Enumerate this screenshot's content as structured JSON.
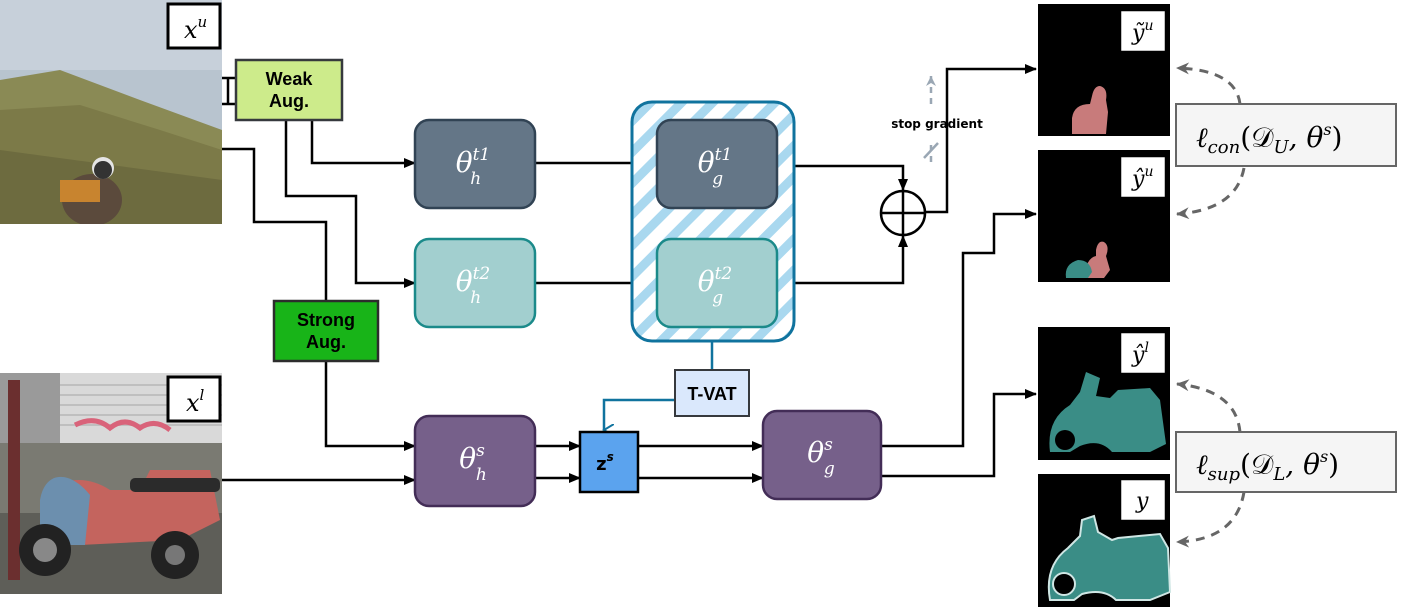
{
  "inputs": {
    "unlabeled_tag": {
      "base": "x",
      "sup": "u"
    },
    "labeled_tag": {
      "base": "x",
      "sup": "l"
    }
  },
  "augmentations": {
    "weak": [
      "Weak",
      "Aug."
    ],
    "strong": [
      "Strong",
      "Aug."
    ]
  },
  "teacher": {
    "h1": {
      "base": "θ",
      "sup": "t1",
      "sub": "h"
    },
    "h2": {
      "base": "θ",
      "sup": "t2",
      "sub": "h"
    },
    "g1": {
      "base": "θ",
      "sup": "t1",
      "sub": "g"
    },
    "g2": {
      "base": "θ",
      "sup": "t2",
      "sub": "g"
    }
  },
  "student": {
    "h": {
      "base": "θ",
      "sup": "s",
      "sub": "h"
    },
    "g": {
      "base": "θ",
      "sup": "s",
      "sub": "g"
    },
    "z": {
      "base": "z",
      "sup": "s"
    }
  },
  "tvat": "T-VAT",
  "stop_gradient": "stop gradient",
  "outputs": {
    "ytilde_u": {
      "base": "ỹ",
      "sup": "u"
    },
    "yhat_u": {
      "base": "ŷ",
      "sup": "u"
    },
    "yhat_l": {
      "base": "ŷ",
      "sup": "l"
    },
    "y": {
      "base": "y"
    }
  },
  "losses": {
    "con": {
      "l": "ℓ",
      "sub": "con",
      "args": "(𝒟",
      "dsub": "U",
      "tail": ", θ",
      "tsup": "s",
      "close": ")"
    },
    "sup": {
      "l": "ℓ",
      "sub": "sup",
      "args": "(𝒟",
      "dsub": "L",
      "tail": ", θ",
      "tsup": "s",
      "close": ")"
    }
  },
  "colors": {
    "teacher1": "#647687",
    "teacher2": "#a2cfcf",
    "student": "#76608a",
    "weak_aug": "#cdeb8b",
    "strong_aug": "#18b418",
    "z": "#5ba3ee",
    "tvat": "#dae8fc",
    "hatch": "#1ba1e2",
    "mask_person": "#c87b7b",
    "mask_teal": "#3a8d86"
  }
}
